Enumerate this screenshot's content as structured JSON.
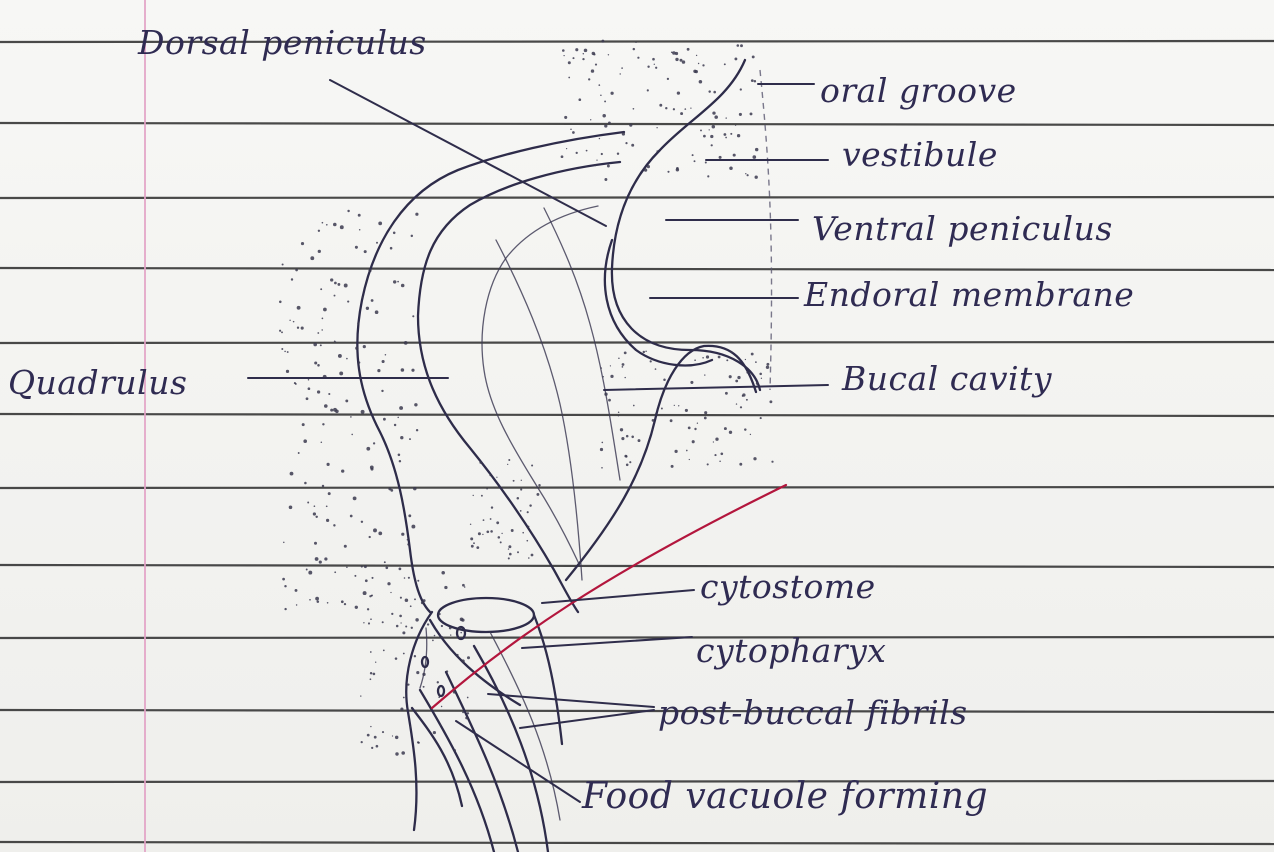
{
  "labels": {
    "dorsal_peniculus": "Dorsal peniculus",
    "oral_groove": "oral groove",
    "vestibule": "vestibule",
    "ventral_peniculus": "Ventral peniculus",
    "endoral_membrane": "Endoral membrane",
    "quadrulus": "Quadrulus",
    "buccal_cavity": "Bucal cavity",
    "cytostome": "cytostome",
    "cytopharynx": "cytopharyx",
    "post_buccal_fibrils": "post-buccal fibrils",
    "food_vacuole_forming": "Food vacuole forming"
  },
  "colors": {
    "ink": "#2f2b52",
    "rule": "#2d2d2d",
    "margin": "#e3a2c6",
    "red_line": "#b3163d"
  }
}
